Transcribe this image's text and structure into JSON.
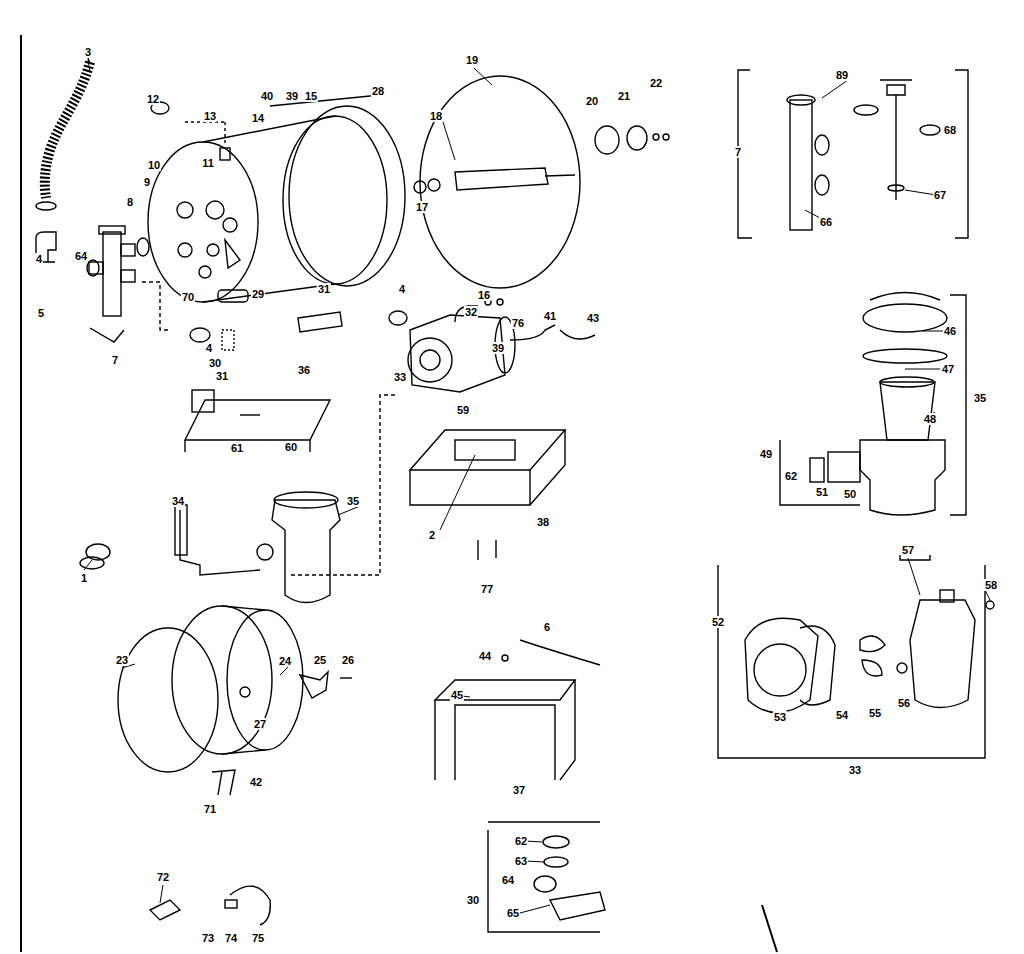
{
  "diagram": {
    "labels": [
      "3",
      "12",
      "13",
      "40",
      "39",
      "15",
      "28",
      "19",
      "18",
      "20",
      "21",
      "22",
      "89",
      "7",
      "68",
      "67",
      "66",
      "14",
      "10",
      "11",
      "9",
      "8",
      "17",
      "4",
      "5",
      "64",
      "70",
      "29",
      "31",
      "4",
      "32",
      "16",
      "76",
      "41",
      "43",
      "7",
      "4",
      "30",
      "31",
      "36",
      "33",
      "39",
      "59",
      "61",
      "60",
      "46",
      "47",
      "35",
      "48",
      "49",
      "62",
      "51",
      "50",
      "34",
      "35",
      "2",
      "38",
      "1",
      "77",
      "57",
      "58",
      "52",
      "6",
      "44",
      "53",
      "54",
      "55",
      "56",
      "23",
      "24",
      "25",
      "26",
      "27",
      "45",
      "42",
      "71",
      "37",
      "33",
      "62",
      "63",
      "64",
      "30",
      "65",
      "72",
      "73",
      "74",
      "75"
    ]
  }
}
